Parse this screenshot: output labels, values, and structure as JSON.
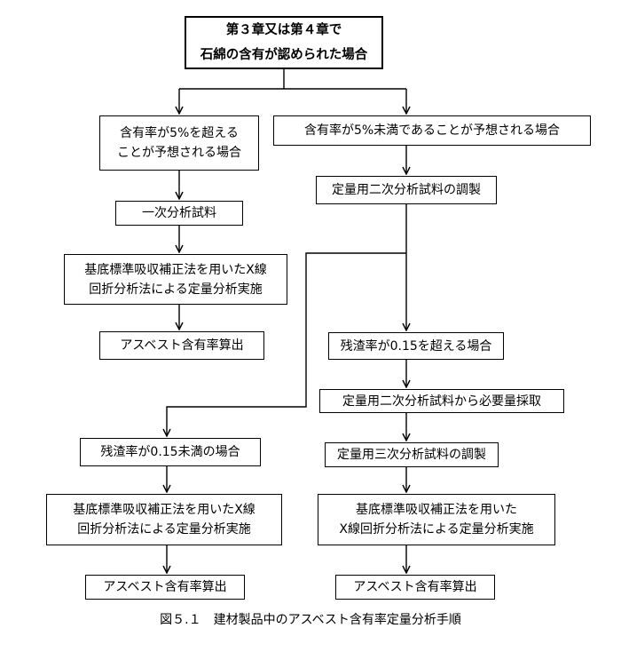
{
  "nodes": {
    "top": [
      "第３章又は第４章で",
      "石綿の含有が認められた場合"
    ],
    "high_content": [
      "含有率が5%を超える",
      "ことが予想される場合"
    ],
    "low_content": [
      "含有率が5%未満であることが予想される場合"
    ],
    "primary_sample": [
      "一次分析試料"
    ],
    "prep_secondary": [
      "定量用二次分析試料の調製"
    ],
    "xrd_left": [
      "基底標準吸収補正法を用いたX線",
      "回折分析法による定量分析実施"
    ],
    "calc_left": [
      "アスベスト含有率算出"
    ],
    "residue_over": [
      "残渣率が0.15を超える場合"
    ],
    "take_required": [
      "定量用二次分析試料から必要量採取"
    ],
    "residue_under": [
      "残渣率が0.15未満の場合"
    ],
    "prep_tertiary": [
      "定量用三次分析試料の調製"
    ],
    "xrd_bottom_left": [
      "基底標準吸収補正法を用いたX線",
      "回折分析法による定量分析実施"
    ],
    "xrd_bottom_right": [
      "基底標準吸収補正法を用いた",
      "X線回折分析法による定量分析実施"
    ],
    "calc_bottom_left": [
      "アスベスト含有率算出"
    ],
    "calc_bottom_right": [
      "アスベスト含有率算出"
    ]
  },
  "caption": "図５.１　建材製品中のアスベスト含有率定量分析手順"
}
